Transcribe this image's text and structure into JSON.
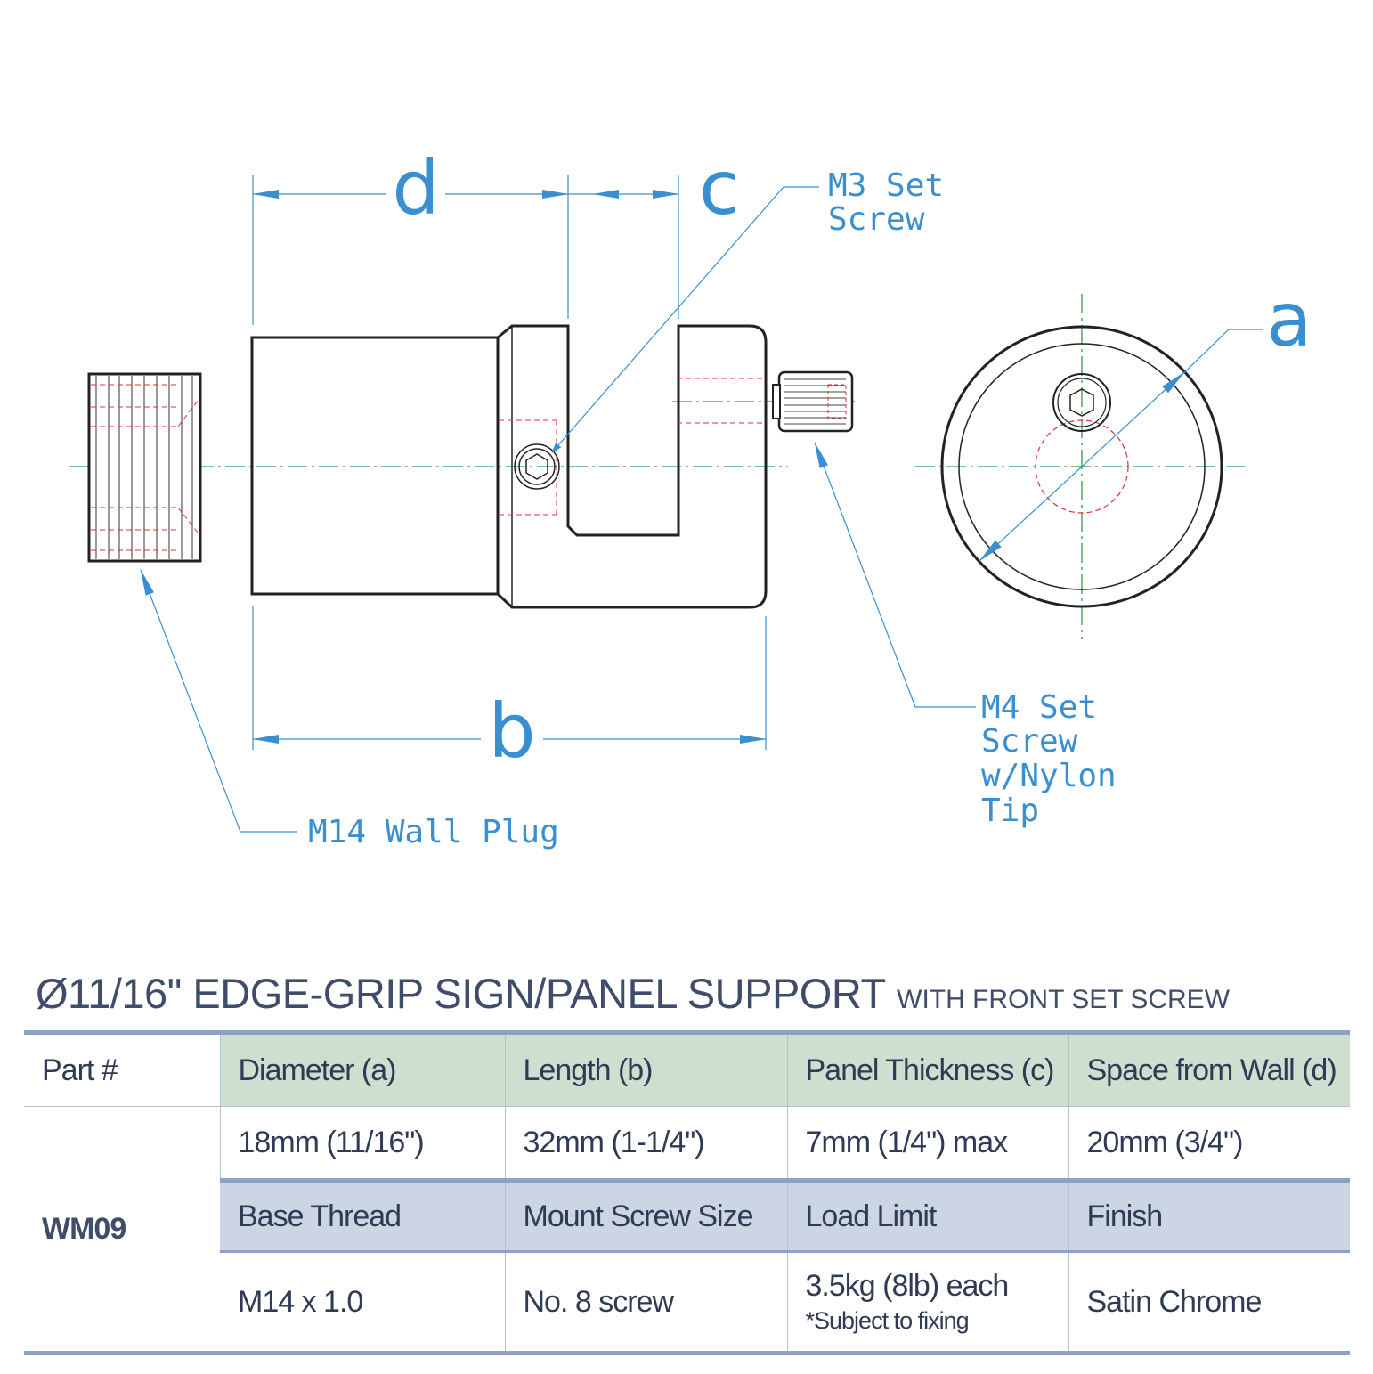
{
  "diagram": {
    "dim_labels": {
      "a": "a",
      "b": "b",
      "c": "c",
      "d": "d"
    },
    "callouts": {
      "m3_line1": "M3 Set",
      "m3_line2": "Screw",
      "m4_line1": "M4 Set",
      "m4_line2": "Screw",
      "m4_line3": "w/Nylon",
      "m4_line4": "Tip",
      "plug": "M14 Wall Plug"
    },
    "colors": {
      "outline": "#222222",
      "dimension": "#3a8fd0",
      "centerline": "#2e9a4a",
      "hidden": "#e03030"
    }
  },
  "title": {
    "main": "Ø11/16\" EDGE-GRIP SIGN/PANEL SUPPORT",
    "sub": "WITH FRONT SET SCREW"
  },
  "table": {
    "part_label": "Part #",
    "part_number": "WM09",
    "headers_1": [
      "Diameter (a)",
      "Length (b)",
      "Panel Thickness (c)",
      "Space from Wall (d)"
    ],
    "values_1": [
      "18mm (11/16\")",
      "32mm (1-1/4\")",
      "7mm (1/4\") max",
      "20mm (3/4\")"
    ],
    "headers_2": [
      "Base Thread",
      "Mount Screw Size",
      "Load Limit",
      "Finish"
    ],
    "values_2": [
      "M14 x 1.0",
      "No. 8 screw",
      "3.5kg (8lb) each",
      "Satin Chrome"
    ],
    "load_note": "*Subject to fixing",
    "colors": {
      "header_green": "#cddfcf",
      "header_blue": "#ccd5e3",
      "rule": "#8ba1c8",
      "text": "#2f3a55"
    }
  }
}
